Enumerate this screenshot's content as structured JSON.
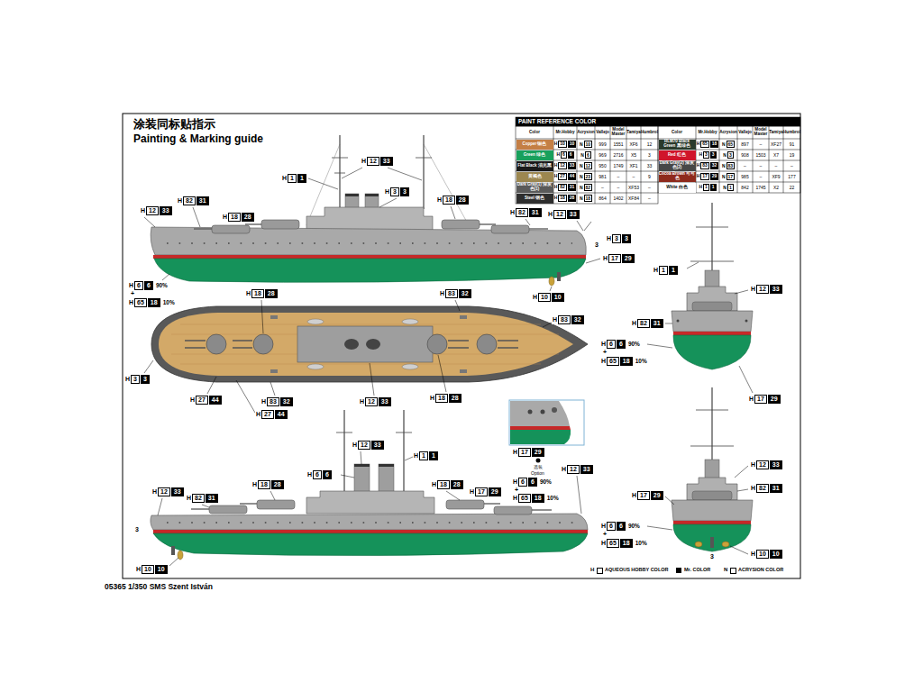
{
  "diagram": {
    "title": "Painting & Marking guide",
    "caption": "05365 1/350 SMS Szent István",
    "labels": [
      "涂装同标贴指示",
      "PAINT REFERENCE COLOR",
      "Color",
      "Mr.Hobby",
      "Acrysion",
      "Vallejo",
      "Model Master",
      "Tamiya",
      "Humbrol",
      "Color",
      "Mr.Hobby",
      "Acrysion",
      "Vallejo",
      "Model Master",
      "Tamiya",
      "Humbrol",
      "H",
      "10",
      "10",
      "N",
      "10",
      "999",
      "1551",
      "XF6",
      "12",
      "H",
      "6",
      "6",
      "N",
      "6",
      "969",
      "2716",
      "X5",
      "3",
      "H",
      "12",
      "33",
      "N",
      "12",
      "950",
      "1749",
      "XF1",
      "33",
      "H",
      "27",
      "44",
      "N",
      "23",
      "981",
      "–",
      "–",
      "9",
      "H",
      "82",
      "31",
      "N",
      "82",
      "–",
      "–",
      "XF53",
      "–",
      "H",
      "18",
      "28",
      "N",
      "18",
      "864",
      "1402",
      "XF84",
      "–",
      "H",
      "65",
      "18",
      "N",
      "65",
      "897",
      "–",
      "XF27",
      "91",
      "H",
      "3",
      "3",
      "N",
      "3",
      "908",
      "1503",
      "X7",
      "19",
      "H",
      "83",
      "32",
      "N",
      "83",
      "–",
      "–",
      "–",
      "–",
      "H",
      "17",
      "29",
      "N",
      "17",
      "985",
      "–",
      "XF9",
      "177",
      "H",
      "1",
      "1",
      "N",
      "1",
      "842",
      "1745",
      "X2",
      "22",
      "H",
      "12",
      "33",
      "H",
      "1",
      "1",
      "H",
      "3",
      "3",
      "H",
      "82",
      "31",
      "H",
      "18",
      "28",
      "H",
      "18",
      "28",
      "H",
      "12",
      "33",
      "H",
      "82",
      "31",
      "H",
      "12",
      "33",
      "3",
      "H",
      "3",
      "3",
      "H",
      "17",
      "29",
      "H",
      "6",
      "6",
      "90%",
      "+",
      "H",
      "65",
      "18",
      "10%",
      "H",
      "10",
      "10",
      "H",
      "18",
      "28",
      "H",
      "83",
      "32",
      "H",
      "83",
      "32",
      "H",
      "3",
      "3",
      "H",
      "27",
      "44",
      "H",
      "83",
      "32",
      "H",
      "12",
      "33",
      "H",
      "18",
      "28",
      "H",
      "27",
      "44",
      "H",
      "17",
      "29",
      "选装",
      "Option",
      "H",
      "6",
      "6",
      "90%",
      "+",
      "H",
      "65",
      "18",
      "10%",
      "H",
      "12",
      "33",
      "H",
      "1",
      "1",
      "H",
      "6",
      "6",
      "H",
      "18",
      "28",
      "H",
      "18",
      "28",
      "H",
      "12",
      "33",
      "H",
      "82",
      "31",
      "H",
      "17",
      "29",
      "H",
      "12",
      "33",
      "3",
      "H",
      "10",
      "10",
      "H",
      "1",
      "1",
      "H",
      "12",
      "33",
      "H",
      "82",
      "31",
      "H",
      "6",
      "6",
      "90%",
      "+",
      "H",
      "65",
      "18",
      "10%",
      "H",
      "17",
      "29",
      "H",
      "12",
      "33",
      "H",
      "82",
      "31",
      "H",
      "17",
      "29",
      "H",
      "6",
      "6",
      "90%",
      "+",
      "H",
      "65",
      "18",
      "10%",
      "3",
      "H",
      "10",
      "10",
      "H",
      "N"
    ],
    "legend": [
      {
        "text": "Copper 铜色",
        "color": "#c47f45"
      },
      {
        "text": "Green 绿色",
        "color": "#18a05c"
      },
      {
        "text": "Flat Black 消光黑",
        "color": "#1a1a1a"
      },
      {
        "text": "黄褐色",
        "color": "#9c8750"
      },
      {
        "text": "Dark Gray(1) 深灰色(1)",
        "color": "#5a5a5a"
      },
      {
        "text": "Steel 钢色",
        "color": "#2e2e2e"
      },
      {
        "text": "RLM70 Black Green 黑绿色",
        "color": "#2a3a2b"
      },
      {
        "text": "Red 红色",
        "color": "#d0152b"
      },
      {
        "text": "Dark Gray(2) 深灰色(2)",
        "color": "#474747"
      },
      {
        "text": "Cocoa Brown 可可色",
        "color": "#8e2a1c"
      },
      {
        "text": "White 白色",
        "color": "#ffffff"
      },
      {
        "text": "AQUEOUS HOBBY COLOR"
      },
      {
        "text": "Mr. COLOR"
      },
      {
        "text": "ACRYSION COLOR"
      }
    ]
  }
}
